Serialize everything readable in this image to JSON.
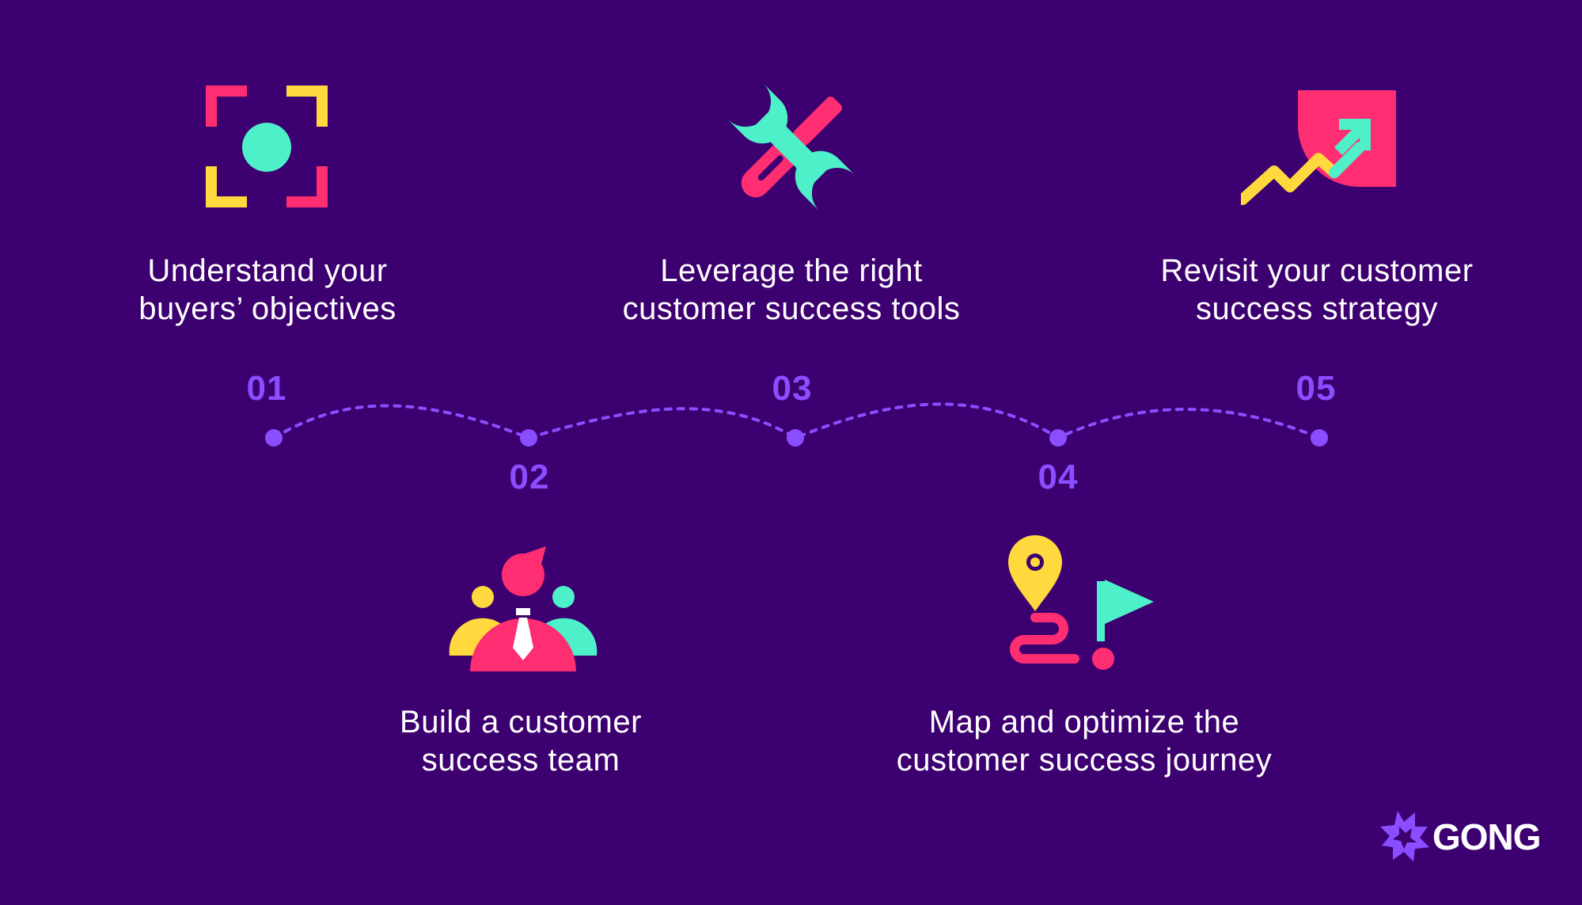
{
  "steps": [
    {
      "number": "01",
      "label": "Understand your\nbuyers’ objectives",
      "icon": "focus-target-icon"
    },
    {
      "number": "02",
      "label": "Build a customer\nsuccess team",
      "icon": "team-icon"
    },
    {
      "number": "03",
      "label": "Leverage the right\ncustomer success tools",
      "icon": "tools-icon"
    },
    {
      "number": "04",
      "label": "Map and optimize the\ncustomer success journey",
      "icon": "journey-map-icon"
    },
    {
      "number": "05",
      "label": "Revisit your customer\nsuccess strategy",
      "icon": "growth-arrow-icon"
    }
  ],
  "brand": {
    "name": "GONG",
    "icon": "gong-burst-icon"
  },
  "colors": {
    "background": "#3d0070",
    "pink": "#ff2d72",
    "yellow": "#ffd93d",
    "mint": "#4df0c8",
    "purple": "#8a4dff",
    "text": "#ffffff"
  }
}
